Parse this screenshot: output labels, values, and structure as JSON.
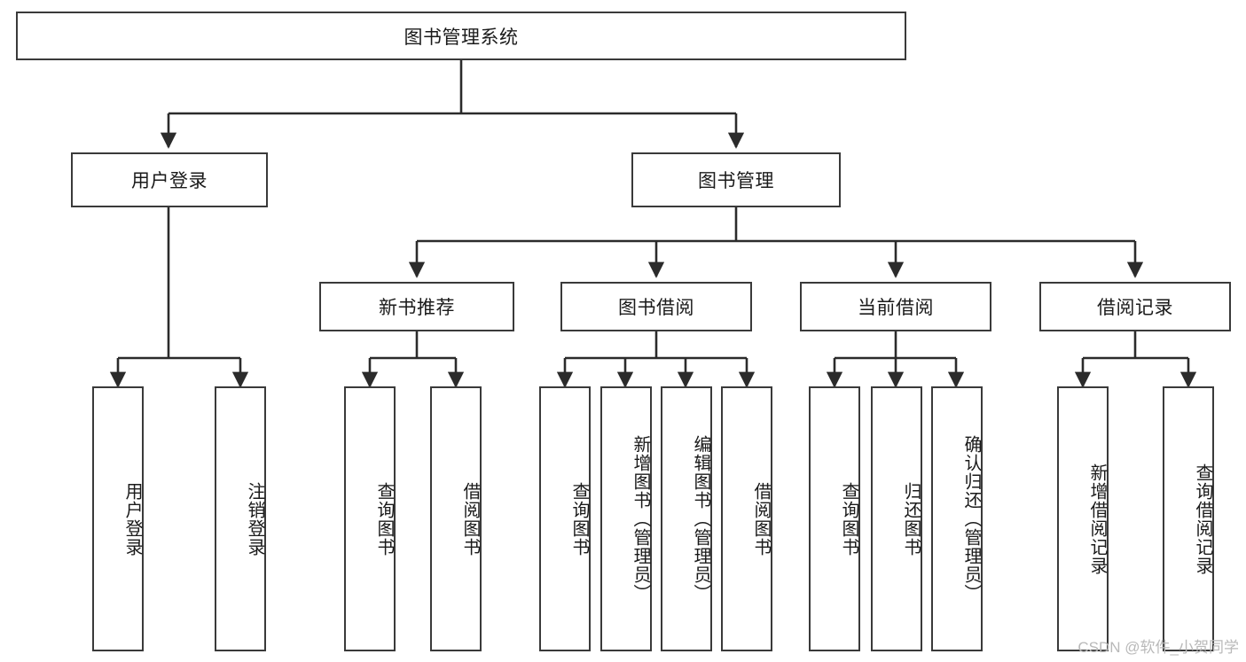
{
  "diagram": {
    "title_node": {
      "label": "图书管理系统"
    },
    "level2": [
      {
        "id": "user-login",
        "label": "用户登录"
      },
      {
        "id": "book-management",
        "label": "图书管理"
      }
    ],
    "level3": [
      {
        "id": "new-book-recommend",
        "label": "新书推荐"
      },
      {
        "id": "book-borrow",
        "label": "图书借阅"
      },
      {
        "id": "current-borrow",
        "label": "当前借阅"
      },
      {
        "id": "borrow-record",
        "label": "借阅记录"
      }
    ],
    "leaves": {
      "user_login": [
        {
          "id": "leaf-user-login",
          "label": "用户登录"
        },
        {
          "id": "leaf-logout-login",
          "label": "注销登录"
        }
      ],
      "new_book_recommend": [
        {
          "id": "leaf-query-book-1",
          "label": "查询图书"
        },
        {
          "id": "leaf-borrow-book-1",
          "label": "借阅图书"
        }
      ],
      "book_borrow": [
        {
          "id": "leaf-query-book-2",
          "label": "查询图书"
        },
        {
          "id": "leaf-add-book",
          "label": "新增图书（管理员）"
        },
        {
          "id": "leaf-edit-book",
          "label": "编辑图书（管理员）"
        },
        {
          "id": "leaf-borrow-book-2",
          "label": "借阅图书"
        }
      ],
      "current_borrow": [
        {
          "id": "leaf-query-book-3",
          "label": "查询图书"
        },
        {
          "id": "leaf-return-book",
          "label": "归还图书"
        },
        {
          "id": "leaf-confirm-return",
          "label": "确认归还（管理员）"
        }
      ],
      "borrow_record": [
        {
          "id": "leaf-add-record",
          "label": "新增借阅记录"
        },
        {
          "id": "leaf-query-record",
          "label": "查询借阅记录"
        }
      ]
    }
  },
  "watermark": {
    "text": "CSDN @软件_小贺同学"
  },
  "colors": {
    "background": "#ffffff",
    "box_border": "#3a3a3a",
    "box_fill": "#ffffff",
    "edge": "#2b2b2b",
    "text": "#1a1a1a",
    "watermark": "#b9b9b9"
  }
}
